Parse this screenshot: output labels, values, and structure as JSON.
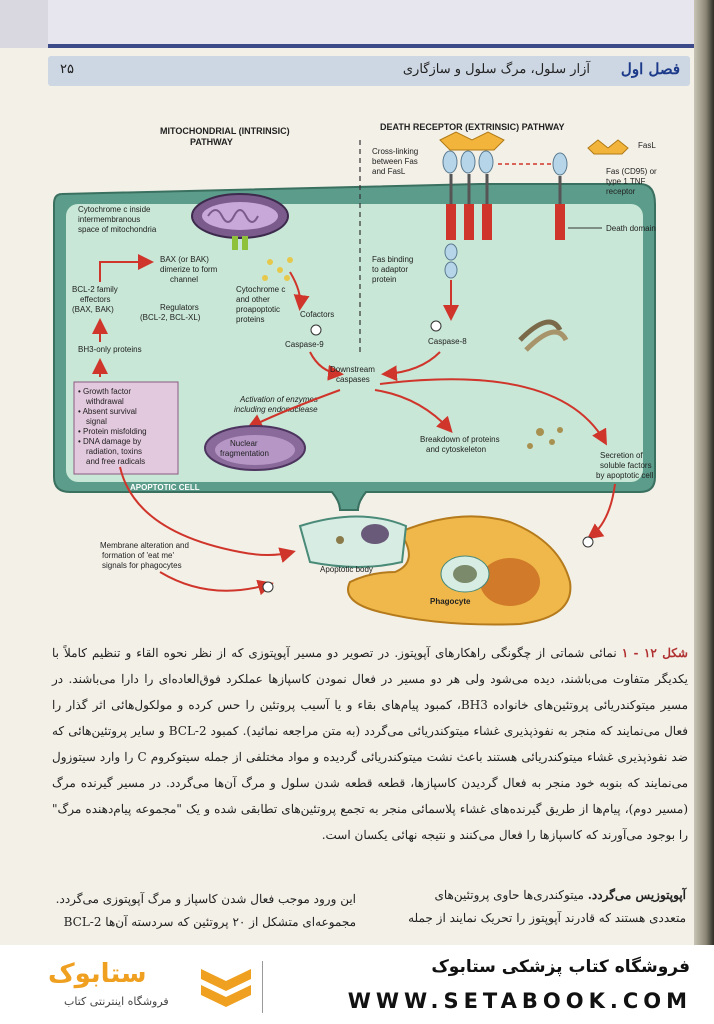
{
  "header": {
    "chapter": "فصل اول",
    "title": "آزار سلول، مرگ سلول و سازگاری",
    "page_number": "۲۵"
  },
  "diagram": {
    "mito_title": "MITOCHONDRIAL (INTRINSIC)",
    "mito_title2": "PATHWAY",
    "death_title": "DEATH RECEPTOR (EXTRINSIC) PATHWAY",
    "labels": {
      "cyto_inside1": "Cytochrome c inside",
      "cyto_inside2": "intermembranous",
      "cyto_inside3": "space of mitochondria",
      "bax1": "BAX (or BAK)",
      "bax2": "dimerize to form",
      "bax3": "channel",
      "bcl1": "BCL-2 family",
      "bcl2": "effectors",
      "bcl3": "(BAX, BAK)",
      "reg1": "Regulators",
      "reg2": "(BCL-2, BCL-XL)",
      "cytc1": "Cytochrome c",
      "cytc2": "and other",
      "cytc3": "proapoptotic",
      "cytc4": "proteins",
      "cofactors": "Cofactors",
      "caspase9": "Caspase-9",
      "bh3": "BH3-only proteins",
      "stim1": "• Growth factor",
      "stim2": "withdrawal",
      "stim3": "• Absent survival",
      "stim4": "signal",
      "stim5": "• Protein misfolding",
      "stim6": "• DNA damage by",
      "stim7": "radiation, toxins",
      "stim8": "and free radicals",
      "cross1": "Cross-linking",
      "cross2": "between Fas",
      "cross3": "and FasL",
      "fasl": "FasL",
      "fas1": "Fas (CD95) or",
      "fas2": "type 1 TNF",
      "fas3": "receptor",
      "death_domain": "Death domain",
      "fasbind1": "Fas binding",
      "fasbind2": "to adaptor",
      "fasbind3": "protein",
      "caspase8": "Caspase-8",
      "down1": "Downstream",
      "down2": "caspases",
      "act1": "Activation of enzymes",
      "act2": "including endonuclease",
      "nuc1": "Nuclear",
      "nuc2": "fragmentation",
      "break1": "Breakdown of proteins",
      "break2": "and cytoskeleton",
      "sec1": "Secretion of",
      "sec2": "soluble factors",
      "sec3": "by apoptotic cell",
      "apoptotic_cell": "APOPTOTIC CELL",
      "mem1": "Membrane alteration and",
      "mem2": "formation of 'eat me'",
      "mem3": "signals for phagocytes",
      "apoptotic_body": "Apoptotic body",
      "phagocyte": "Phagocyte"
    }
  },
  "caption": {
    "label": "شکل ۱۲ - ۱",
    "text": "نمائی شماتی از چگونگی راهکارهای آپوپتوز. در تصویر دو مسیر آپوپتوزی که از نظر نحوه القاء و تنظیم کاملاً با یکدیگر متفاوت می‌باشند، دیده می‌شود ولی هر دو مسیر در فعال نمودن کاسپازها عملکرد فوق‌العاده‌ای را دارا می‌باشند. در مسیر میتوکندریائی پروتئین‌های خانواده BH3، کمبود پیام‌های بقاء و یا آسیب پروتئین را حس کرده و مولکول‌هائی اثر گذار را فعال می‌نمایند که منجر به نفوذپذیری غشاء میتوکندریائی می‌گردد (به متن مراجعه نمائید). کمبود BCL-2 و سایر پروتئین‌هائی که ضد نفوذپذیری غشاء میتوکندریائی هستند باعث نشت میتوکندریائی گردیده و مواد مختلفی از جمله سیتوکروم C را وارد سیتوزول می‌نمایند که بنوبه خود منجر به فعال گردیدن کاسپازها، قطعه قطعه شدن سلول و مرگ آن‌ها می‌گردد. در مسیر گیرنده مرگ (مسیر دوم)، پیام‌ها از طریق گیرنده‌های غشاء پلاسمائی منجر به تجمع پروتئین‌های تطابقی شده و یک \"مجموعه پیام‌دهنده مرگ\" را بوجود می‌آورند که کاسپازها را فعال می‌کنند و نتیجه نهائی یکسان است."
  },
  "body": {
    "right_bold": "آپوپتوزیس می‌گردد.",
    "right_text1": "میتوکندری‌ها حاوی پروتئین‌های",
    "right_text2": "متعددی هستند که قادرند آپوپتوز را تحریک نمایند از جمله",
    "left_text1": "این ورود موجب فعال شدن کاسپاز و مرگ آپوپتوزی می‌گردد.",
    "left_text2": "مجموعه‌ای متشکل از ۲۰ پروتئین که سردسته آن‌ها BCL-2"
  },
  "footer": {
    "store_name": "فروشگاه کتاب پزشکی ستابوک",
    "url": "WWW.SETABOOK.COM",
    "brand": "ستابوک",
    "brand_sub": "فروشگاه اینترنتی کتاب"
  }
}
